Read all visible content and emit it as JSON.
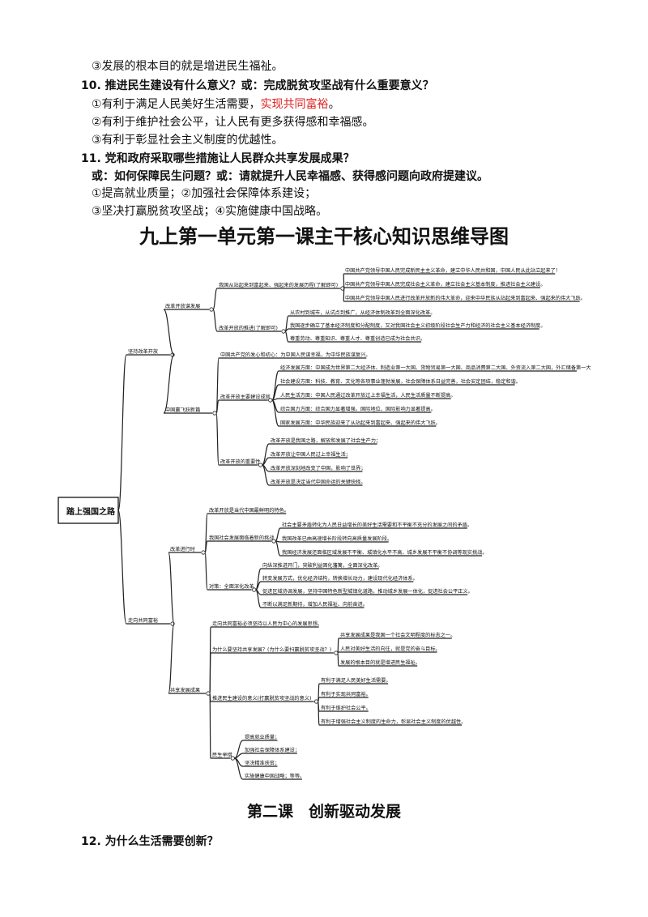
{
  "intro_line": "③发展的根本目的就是增进民生福祉。",
  "q10": {
    "title": "10. 推进民生建设有什么意义？或：完成脱贫攻坚战有什么重要意义？",
    "a1_prefix": "①有利于满足人民美好生活需要，",
    "a1_red": "实现共同富裕",
    "a1_suffix": "。",
    "a2": "②有利于维护社会公平，让人民有更多获得感和幸福感。",
    "a3": "③有利于彰显社会主义制度的优越性。"
  },
  "q11": {
    "title": "11. 党和政府采取哪些措施让人民群众共享发展成果？",
    "title2": "或：如何保障民生问题？或：请就提升人民幸福感、获得感问题向政府提建议。",
    "a1": "①提高就业质量；②加强社会保障体系建设；",
    "a2": "③坚决打赢脱贫攻坚战；④实施健康中国战略。"
  },
  "mindmap": {
    "title": "九上第一单元第一课主干核心知识思维导图",
    "root": "踏上强国之路",
    "b1": "坚持改革开放",
    "b1_1": "改革开放谱发展",
    "b1_1_1": "我国从站起来到富起来、强起来的发展历程(了解即可)",
    "b1_1_1_items": [
      "中国共产党领导中国人民完成新民主主义革命，建立中华人民共和国，中国人民从此站立起来了！",
      "中国共产党领导中国人民完成社会主义革命，建立社会主义基本制度，推进社会主义建设。",
      "中国共产党领导中国人民进行改革开放新的伟大革命，迎来中华民族从站起来到富起来、强起来的伟大飞跃。"
    ],
    "b1_1_2": "改革开放的推进(了解即可)",
    "b1_1_2_items": [
      "从农村到城市，从试点到推广，从经济体制改革到全面深化改革。",
      "我国逐步确立了基本经济制度和分配制度，又对我国社会主义初级阶段社会生产力和经济的社会主义基本经济制度。",
      "尊重劳动、尊重知识、尊重人才、尊重创造已成为社会共识。"
    ],
    "b1_2": "中国赢飞跃新篇",
    "b1_2_1": "中国共产党的发心和初心：为中国人民谋幸福，为中华民族谋复兴。",
    "b1_2_2": "改革开放主要建设成就",
    "b1_2_2_items": [
      "经济发展方面：中国成为世界第二大经济体、制造业第一大国、货物贸易第一大国、商品消费第二大国、外资流入第二大国，外汇储备第一大国。",
      "社会建设方面：科技、教育、文化等各项事业蓬勃发展，社会保障体系日益完善，社会安定团结，稳定和谐。",
      "人民生活方面：中国人民通过改革开放过上幸福生活，人民生活质量不断提高。",
      "综合国力方面：综合国力显著增强，国际地位、国际影响力显著提高。",
      "国家发展方面：中华民族迎来了从站起来到富起来、强起来的伟大飞跃。"
    ],
    "b1_2_3": "改革开放的重要性",
    "b1_2_3_items": [
      "改革开放是我国之路，解放和发展了社会生产力；",
      "改革开放让中国人民过上幸福生活；",
      "改革开放深刻地改变了中国，影响了世界；",
      "改革开放是决定当代中国命运的关键抉择。"
    ],
    "b2": "走向共同富裕",
    "b2_1": "改革进行时",
    "b2_1_1": "改革开放是当代中国最鲜明的特色。",
    "b2_1_2": "我国社会发展面临着新的挑战",
    "b2_1_2_items": [
      "社会主要矛盾转化为人民日益增长的美好生活需要和不平衡不充分的发展之间的矛盾。",
      "我国改革已由高速增长阶段转向高质量发展阶段。",
      "我国经济发展还面临区域发展不平衡、城镇化水平不高、城乡发展不平衡不协调等现实挑战。"
    ],
    "b2_1_3": "对策：全面深化改革",
    "b2_1_3_items": [
      "向纵深推进开门，突破利益固化藩篱，全面深化改革。",
      "转变发展方式，优化经济结构，转换增长动力，建设现代化经济体系。",
      "促进区域协调发展，坚持中国特色新型城镇化道路，推动城乡发展一体化，促进社会公平正义。",
      "不断以满足新期待，增加人民福祉、向前奋进。"
    ],
    "b2_2": "共享发展成果",
    "b2_2_1": "走向共同富裕必须坚持以人民为中心的发展思想。",
    "b2_2_2": "为什么要坚持共享发展？(为什么要扫赢脱贫攻坚战？)",
    "b2_2_2_items": [
      "共享发展成果是我国一个社会文明程度的标志之一。",
      "人民对美好生活的向往，就是党的奋斗目标。",
      "发展的根本目的就是增进民生福祉。"
    ],
    "b2_2_3": "推进民生建设的意义(打赢脱贫攻坚战的意义)",
    "b2_2_3_items": [
      "有利于满足人民美好生活需要。",
      "有利于实现共同富裕。",
      "有利于维护社会公平。",
      "有利于增强社会主义制度的生命力，彰显社会主义制度的优越性。"
    ],
    "b2_2_4": "民生举措",
    "b2_2_4_items": [
      "提高就业质量；",
      "加强社会保障体系建设；",
      "坚决精准扶贫；",
      "实施健康中国战略；等等。"
    ]
  },
  "lesson2_title": "第二课　创新驱动发展",
  "q12_title": "12. 为什么生活需要创新？"
}
